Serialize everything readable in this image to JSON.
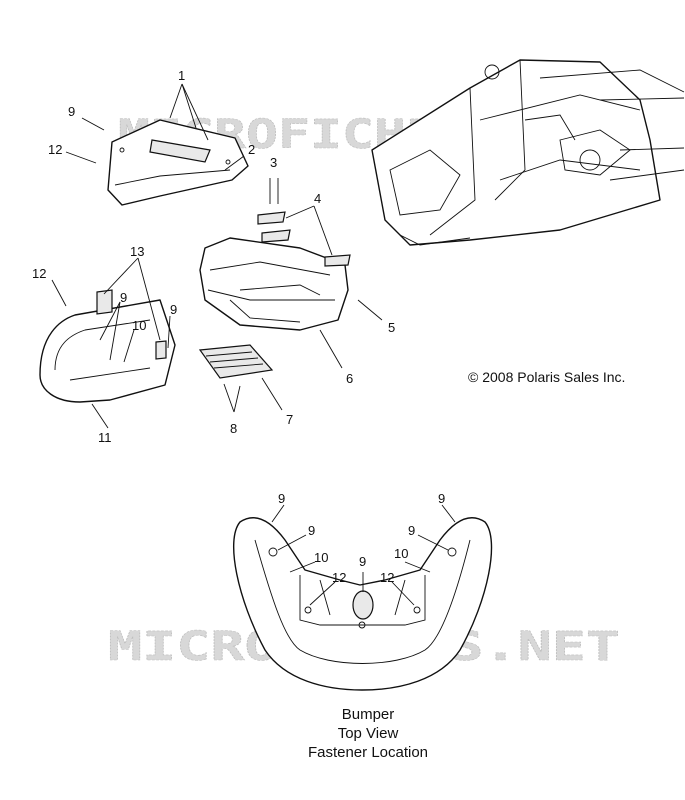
{
  "watermark": "MICROFICHES.NET",
  "copyright": "© 2008 Polaris Sales Inc.",
  "caption": {
    "line1": "Bumper",
    "line2": "Top View",
    "line3": "Fastener Location"
  },
  "callouts": {
    "c1": "1",
    "c2": "2",
    "c3": "3",
    "c4": "4",
    "c5": "5",
    "c6": "6",
    "c7": "7",
    "c8": "8",
    "c9_top": "9",
    "c9_bumper_a": "9",
    "c9_bumper_b": "9",
    "c10_side": "10",
    "c11": "11",
    "c12_top": "12",
    "c12_side": "12",
    "c13": "13",
    "tv_9_left": "9",
    "tv_9_right": "9",
    "tv_9_inner_left": "9",
    "tv_9_inner_right": "9",
    "tv_9_center": "9",
    "tv_10_left": "10",
    "tv_10_right": "10",
    "tv_12_left": "12",
    "tv_12_right": "12"
  }
}
